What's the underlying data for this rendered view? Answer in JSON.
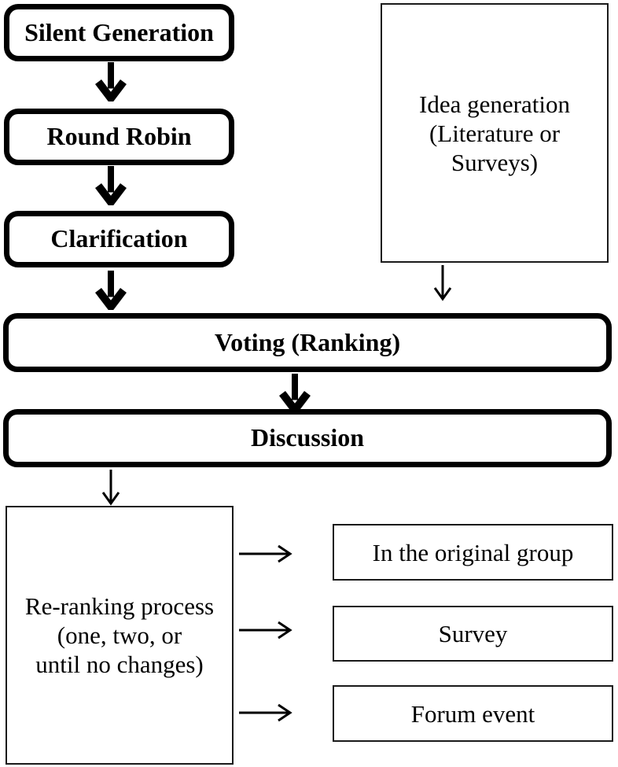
{
  "colors": {
    "background": "#ffffff",
    "ink": "#000000"
  },
  "nodes": {
    "silent_generation": {
      "label": "Silent Generation"
    },
    "round_robin": {
      "label": "Round Robin"
    },
    "clarification": {
      "label": "Clarification"
    },
    "voting": {
      "label": "Voting (Ranking)"
    },
    "discussion": {
      "label": "Discussion"
    },
    "idea_generation": {
      "lines": [
        "Idea generation",
        "(Literature or",
        "Surveys)"
      ]
    },
    "re_ranking": {
      "lines": [
        "Re-ranking process",
        "(one, two, or",
        "until no changes)"
      ]
    },
    "in_original_group": {
      "label": "In the original group"
    },
    "survey": {
      "label": "Survey"
    },
    "forum_event": {
      "label": "Forum event"
    }
  }
}
